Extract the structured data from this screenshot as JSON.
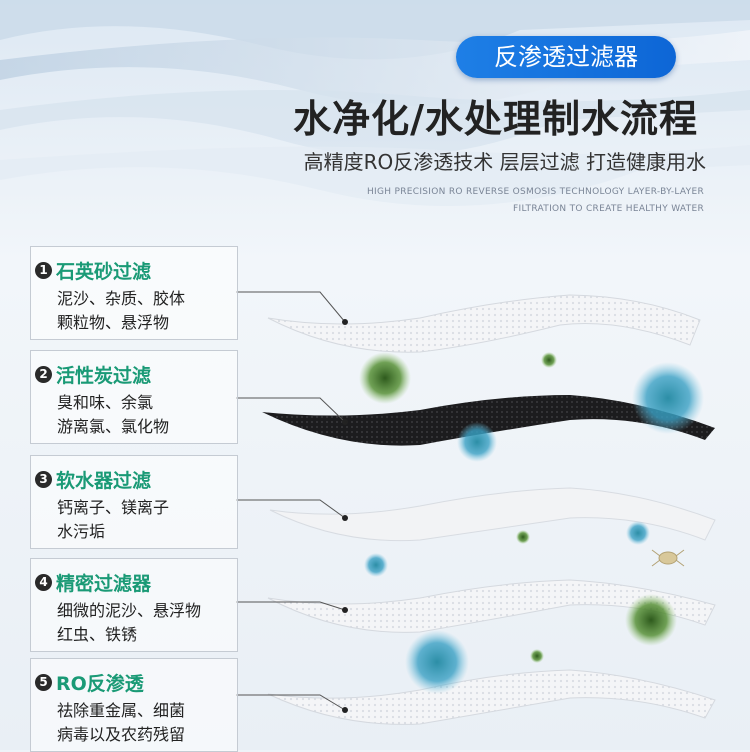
{
  "badge": "反渗透过滤器",
  "title": "水净化/水处理制水流程",
  "subtitle": "高精度RO反渗透技术 层层过滤 打造健康用水",
  "english_line1": "HIGH PRECISION RO REVERSE OSMOSIS TECHNOLOGY LAYER-BY-LAYER",
  "english_line2": "FILTRATION TO CREATE HEALTHY WATER",
  "steps": [
    {
      "num": "1",
      "name": "石英砂过滤",
      "desc": "泥沙、杂质、胶体\n颗粒物、悬浮物"
    },
    {
      "num": "2",
      "name": "活性炭过滤",
      "desc": "臭和味、余氯\n游离氯、氯化物"
    },
    {
      "num": "3",
      "name": "软水器过滤",
      "desc": "钙离子、镁离子\n水污垢"
    },
    {
      "num": "4",
      "name": "精密过滤器",
      "desc": "细微的泥沙、悬浮物\n红虫、铁锈"
    },
    {
      "num": "5",
      "name": "RO反渗透",
      "desc": "祛除重金属、细菌\n病毒以及农药残留"
    }
  ],
  "colors": {
    "accent": "#1a9a76",
    "badge": "#0d66d6",
    "dark_layer": "#1c1c1e"
  }
}
